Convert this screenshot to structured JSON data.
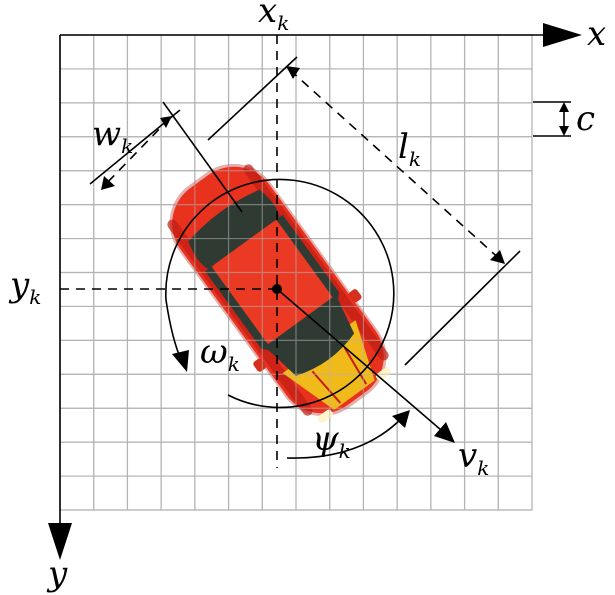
{
  "labels": {
    "x_axis": "x",
    "y_axis": "y",
    "xk_main": "x",
    "xk_sub": "k",
    "yk_main": "y",
    "yk_sub": "k",
    "wk_main": "w",
    "wk_sub": "k",
    "lk_main": "l",
    "lk_sub": "k",
    "c": "c",
    "omega_main": "ω",
    "omega_sub": "k",
    "psi_main": "ψ",
    "psi_sub": "k",
    "v_main": "v",
    "v_sub": "k"
  },
  "colors": {
    "grid": "#b3b3b3",
    "car_body": "#e8321e",
    "car_dark": "#c11d12",
    "glass": "#2f3a33",
    "headlight_yellow": "#f2d21b"
  }
}
